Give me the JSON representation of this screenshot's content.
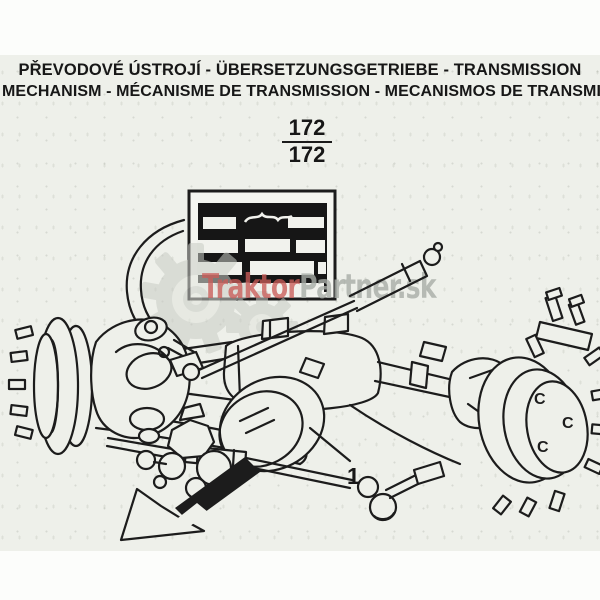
{
  "header": {
    "title_line1": "PŘEVODOVÉ ÚSTROJÍ - ÜBERSETZUNGSGETRIEBE - TRANSMISSION",
    "title_line2": "MECHANISM - MÉCANISME DE TRANSMISSION - MECANISMOS DE TRANSMISION",
    "page_ref": {
      "numerator": "172",
      "denominator": "172"
    }
  },
  "watermark": {
    "brand_primary": "Traktor",
    "brand_secondary": "Partner.sk",
    "primary_color": "#c95c58",
    "secondary_color": "#a8ada6",
    "gear_icon_color": "#c9ccc5"
  },
  "figure": {
    "callout_1": "1",
    "hub_mark_1": "C",
    "hub_mark_2": "C",
    "hub_mark_3": "C"
  },
  "colors": {
    "paper": "#fcfdfb",
    "scan_background": "#eef0ea",
    "ink": "#1c1c1c",
    "plate_background": "#161616",
    "plate_bars": "#f1f2ed"
  }
}
